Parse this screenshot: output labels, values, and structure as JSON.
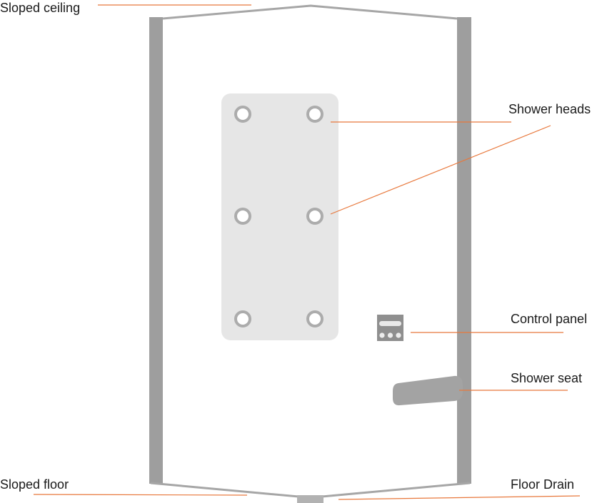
{
  "labels": {
    "sloped_ceiling": "Sloped ceiling",
    "shower_heads": "Shower heads",
    "control_panel": "Control panel",
    "shower_seat": "Shower seat",
    "sloped_floor": "Sloped floor",
    "floor_drain": "Floor Drain"
  },
  "colors": {
    "wall": "#9e9e9e",
    "panel": "#e6e6e6",
    "shower_head_ring": "#acacac",
    "control_panel_body": "#8f8f8f",
    "seat": "#a3a3a3",
    "leader_line": "#e8783c",
    "outline": "#a6a6a6",
    "text": "#1a1a1a"
  },
  "shower_heads": {
    "rows": 3,
    "columns": 2
  }
}
